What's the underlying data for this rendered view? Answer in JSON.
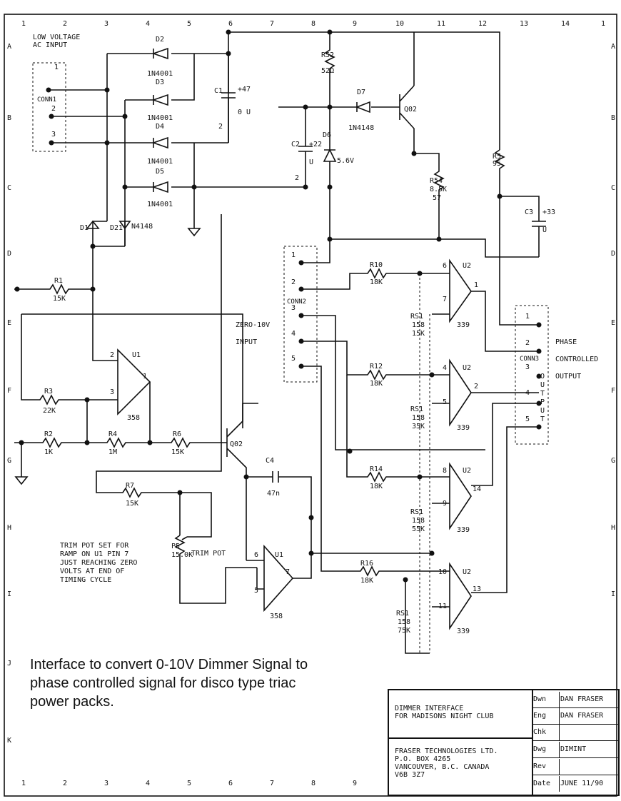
{
  "border": {
    "cols": [
      "1",
      "2",
      "3",
      "4",
      "5",
      "6",
      "7",
      "8",
      "9",
      "10",
      "11",
      "12",
      "13",
      "14",
      "1"
    ],
    "rows": [
      "A",
      "B",
      "C",
      "D",
      "E",
      "F",
      "G",
      "H",
      "I",
      "J",
      "K"
    ],
    "bottom_cols": [
      "1",
      "2",
      "3",
      "4",
      "5",
      "6",
      "7",
      "8",
      "9"
    ]
  },
  "notes": {
    "low_voltage": [
      "LOW VOLTAGE",
      "AC INPUT"
    ],
    "zero_10v": [
      "ZERO-10V",
      "INPUT"
    ],
    "phase": [
      "PHASE",
      "CONTROLLED",
      "OUTPUT"
    ],
    "output_vertical": "OUTPUT",
    "trim": [
      "TRIM POT SET FOR",
      "RAMP ON U1 PIN 7",
      "JUST REACHING ZERO",
      "VOLTS AT END OF",
      "TIMING CYCLE"
    ]
  },
  "connectors": {
    "conn1": {
      "label": "CONN1",
      "pins": [
        "1",
        "2",
        "3"
      ]
    },
    "conn2": {
      "label": "CONN2",
      "pins": [
        "1",
        "2",
        "3",
        "4",
        "5"
      ]
    },
    "conn3": {
      "label": "CONN3",
      "pins": [
        "1",
        "2",
        "3",
        "4",
        "5"
      ]
    }
  },
  "components": {
    "d2": "D2",
    "d3": "D3",
    "d4": "D4",
    "d5": "D5",
    "d_part": "1N4001",
    "c1": "C1",
    "c1_val": "+47",
    "c1_v": "0 U",
    "c1_2": "2",
    "r52": "R52",
    "r52_val": "52Ω",
    "d7": "D7",
    "d7_part": "1N4148",
    "q02": "Q02",
    "c2": "C2",
    "c2_val": "+22",
    "c2_v": "U",
    "c2_2": "2",
    "d6": "D6",
    "d6_val": "5.6V",
    "r5": "R5",
    "r5_val": "95",
    "r54": "R54",
    "r54_val": "8.5K",
    "r54_b": "57",
    "c3": "C3",
    "c3_val": "+33",
    "c3_v": "U",
    "d1": "D1",
    "d21": "D21",
    "d21_part": "N4148",
    "r1": "R1",
    "r1_val": "15K",
    "r3": "R3",
    "r3_val": "22K",
    "r2": "R2",
    "r2_val": "1K",
    "r4": "R4",
    "r4_val": "1M",
    "r6": "R6",
    "r6_val": "15K",
    "u1_a_pins": [
      "2",
      "3",
      "1"
    ],
    "u1": "U1",
    "u1_part": "358",
    "q02b": "Q02",
    "c4": "C4",
    "c4_val": "47n",
    "r7": "R7",
    "r7_val": "15K",
    "p5": "P5",
    "p5_val": "15.0K",
    "trim_pot": "TRIM POT",
    "u1_b_pins": [
      "6",
      "5",
      "7"
    ],
    "r10": "R10",
    "r10_val": "18K",
    "r12": "R12",
    "r12_val": "18K",
    "r14": "R14",
    "r14_val": "18K",
    "r16": "R16",
    "r16_val": "18K",
    "rs1_a": [
      "RS1",
      "158",
      "15K"
    ],
    "rs1_b": [
      "RS1",
      "158",
      "35K"
    ],
    "rs1_c": [
      "RS1",
      "158",
      "55K"
    ],
    "rs1_d": [
      "RS1",
      "158",
      "75K"
    ],
    "u2": "U2",
    "u2_part": "339",
    "u2_a_pins": [
      "6",
      "7",
      "1"
    ],
    "u2_b_pins": [
      "4",
      "5",
      "2"
    ],
    "u2_c_pins": [
      "8",
      "9",
      "14"
    ],
    "u2_d_pins": [
      "10",
      "11",
      "13"
    ]
  },
  "caption": [
    "Interface to convert 0-10V Dimmer Signal to",
    "phase controlled signal for disco type triac",
    "power packs."
  ],
  "titleblock": {
    "project": [
      "DIMMER INTERFACE",
      "FOR MADISONS NIGHT CLUB"
    ],
    "company": [
      "FRASER TECHNOLOGIES LTD.",
      "P.O. BOX 4265",
      "VANCOUVER, B.C. CANADA",
      "V6B 3Z7"
    ],
    "rows": [
      {
        "key": "Dwn",
        "value": "DAN FRASER"
      },
      {
        "key": "Eng",
        "value": "DAN FRASER"
      },
      {
        "key": "Chk",
        "value": ""
      },
      {
        "key": "Dwg",
        "value": "DIMINT"
      },
      {
        "key": "Rev",
        "value": ""
      },
      {
        "key": "Date",
        "value": "JUNE 11/90"
      }
    ]
  }
}
